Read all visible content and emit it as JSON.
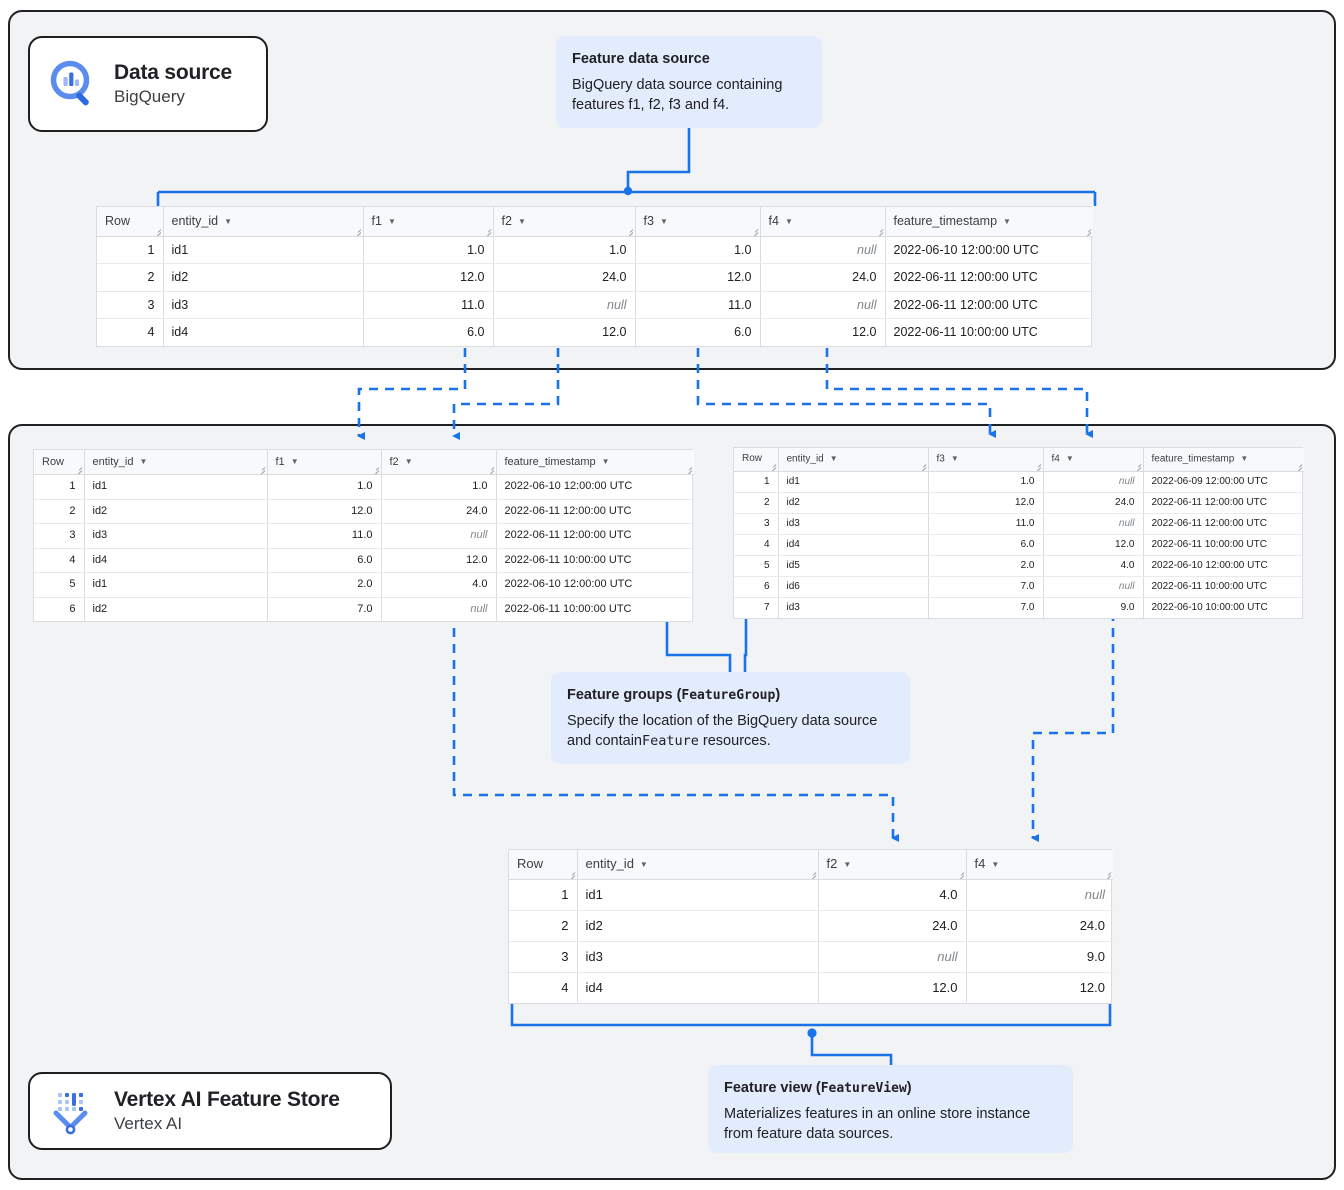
{
  "colors": {
    "accent": "#1a73e8",
    "note_bg": "#e3ecfd",
    "panel_bg": "#f1f3f4",
    "panel_border": "#202124",
    "table_header_bg": "#f8f9fa",
    "table_border": "#dadce0",
    "null_text": "#80868b"
  },
  "chips": {
    "bigquery": {
      "title": "Data source",
      "subtitle": "BigQuery",
      "icon": "bigquery-search-icon"
    },
    "vertex": {
      "title": "Vertex AI Feature Store",
      "subtitle": "Vertex AI",
      "icon": "vertex-ai-funnel-icon"
    }
  },
  "notes": {
    "feature_data_source": {
      "title": "Feature data source",
      "body": "BigQuery data source containing features f1, f2, f3 and f4."
    },
    "feature_groups": {
      "title_text": "Feature groups (",
      "title_mono": "FeatureGroup",
      "title_close": ")",
      "body_a": "Specify the location of the BigQuery data source and contain",
      "body_mono": "Feature",
      "body_b": " resources."
    },
    "feature_view": {
      "title_text": "Feature view (",
      "title_mono": "FeatureView",
      "title_close": ")",
      "body": "Materializes features in an online store instance from feature data sources."
    }
  },
  "tables": {
    "source": {
      "name": "feature-data-source-table",
      "columns": [
        "Row",
        "entity_id",
        "f1",
        "f2",
        "f3",
        "f4",
        "feature_timestamp"
      ],
      "widths": [
        66,
        200,
        130,
        142,
        125,
        125,
        208
      ],
      "aligns": [
        "row",
        "txt",
        "num",
        "num",
        "num",
        "num",
        "txt"
      ],
      "rows": [
        [
          "1",
          "id1",
          "1.0",
          "1.0",
          "1.0",
          "null",
          "2022-06-10 12:00:00 UTC"
        ],
        [
          "2",
          "id2",
          "12.0",
          "24.0",
          "12.0",
          "24.0",
          "2022-06-11 12:00:00 UTC"
        ],
        [
          "3",
          "id3",
          "11.0",
          "null",
          "11.0",
          "null",
          "2022-06-11 12:00:00 UTC"
        ],
        [
          "4",
          "id4",
          "6.0",
          "12.0",
          "6.0",
          "12.0",
          "2022-06-11 10:00:00 UTC"
        ]
      ]
    },
    "feature_group_1": {
      "name": "feature-group-1-table",
      "columns": [
        "Row",
        "entity_id",
        "f1",
        "f2",
        "feature_timestamp"
      ],
      "widths": [
        50,
        183,
        114,
        115,
        198
      ],
      "aligns": [
        "row",
        "txt",
        "num",
        "num",
        "txt"
      ],
      "rows": [
        [
          "1",
          "id1",
          "1.0",
          "1.0",
          "2022-06-10 12:00:00 UTC"
        ],
        [
          "2",
          "id2",
          "12.0",
          "24.0",
          "2022-06-11 12:00:00 UTC"
        ],
        [
          "3",
          "id3",
          "11.0",
          "null",
          "2022-06-11 12:00:00 UTC"
        ],
        [
          "4",
          "id4",
          "6.0",
          "12.0",
          "2022-06-11 10:00:00 UTC"
        ],
        [
          "5",
          "id1",
          "2.0",
          "4.0",
          "2022-06-10 12:00:00 UTC"
        ],
        [
          "6",
          "id2",
          "7.0",
          "null",
          "2022-06-11 10:00:00 UTC"
        ]
      ]
    },
    "feature_group_2": {
      "name": "feature-group-2-table",
      "columns": [
        "Row",
        "entity_id",
        "f3",
        "f4",
        "feature_timestamp"
      ],
      "widths": [
        44,
        150,
        115,
        100,
        161
      ],
      "aligns": [
        "row",
        "txt",
        "num",
        "num",
        "txt"
      ],
      "rows": [
        [
          "1",
          "id1",
          "1.0",
          "null",
          "2022-06-09 12:00:00 UTC"
        ],
        [
          "2",
          "id2",
          "12.0",
          "24.0",
          "2022-06-11 12:00:00 UTC"
        ],
        [
          "3",
          "id3",
          "11.0",
          "null",
          "2022-06-11 12:00:00 UTC"
        ],
        [
          "4",
          "id4",
          "6.0",
          "12.0",
          "2022-06-11 10:00:00 UTC"
        ],
        [
          "5",
          "id5",
          "2.0",
          "4.0",
          "2022-06-10 12:00:00 UTC"
        ],
        [
          "6",
          "id6",
          "7.0",
          "null",
          "2022-06-11 10:00:00 UTC"
        ],
        [
          "7",
          "id3",
          "7.0",
          "9.0",
          "2022-06-10 10:00:00 UTC"
        ]
      ]
    },
    "feature_view": {
      "name": "feature-view-table",
      "columns": [
        "Row",
        "entity_id",
        "f2",
        "f4"
      ],
      "widths": [
        68,
        241,
        148,
        147
      ],
      "aligns": [
        "row",
        "txt",
        "num",
        "num"
      ],
      "rows": [
        [
          "1",
          "id1",
          "4.0",
          "null"
        ],
        [
          "2",
          "id2",
          "24.0",
          "24.0"
        ],
        [
          "3",
          "id3",
          "null",
          "9.0"
        ],
        [
          "4",
          "id4",
          "12.0",
          "12.0"
        ]
      ]
    }
  }
}
